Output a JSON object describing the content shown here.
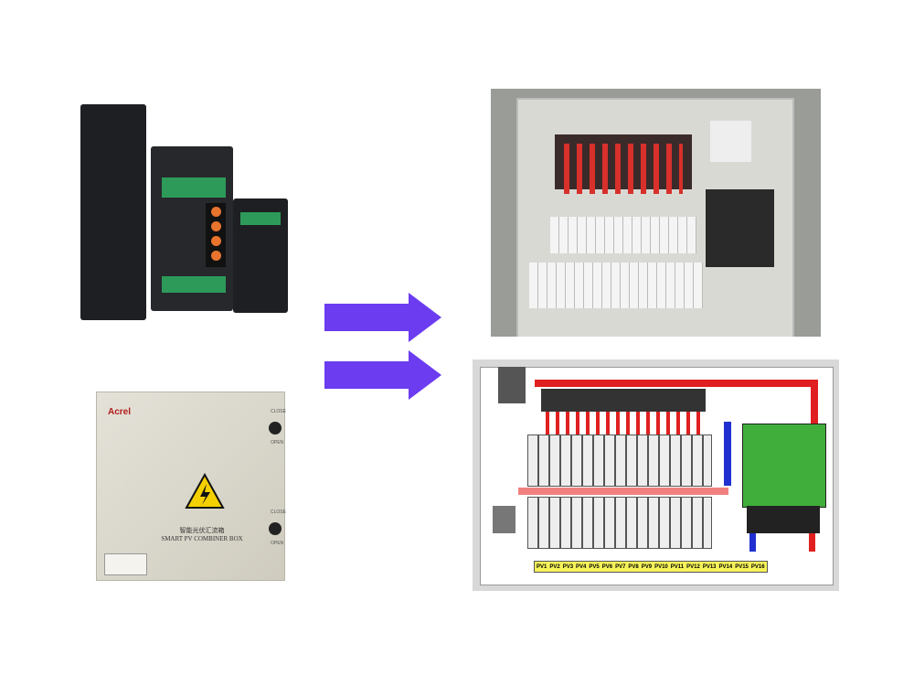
{
  "devices": {
    "brand": "Acrel",
    "box_title_cn": "智能光伏汇流箱",
    "box_title_en": "SMART PV COMBINER BOX",
    "switch_close": "CLOSE",
    "switch_open": "OPEN"
  },
  "diagram": {
    "pv_labels": [
      "PV1",
      "PV2",
      "PV3",
      "PV4",
      "PV5",
      "PV6",
      "PV7",
      "PV8",
      "PV9",
      "PV10",
      "PV11",
      "PV12",
      "PV13",
      "PV14",
      "PV15",
      "PV16"
    ]
  },
  "colors": {
    "arrow": "#6b3cf0",
    "bus_red": "#e02020",
    "bus_blue": "#2030d0",
    "breaker_green": "#3fae3a"
  }
}
